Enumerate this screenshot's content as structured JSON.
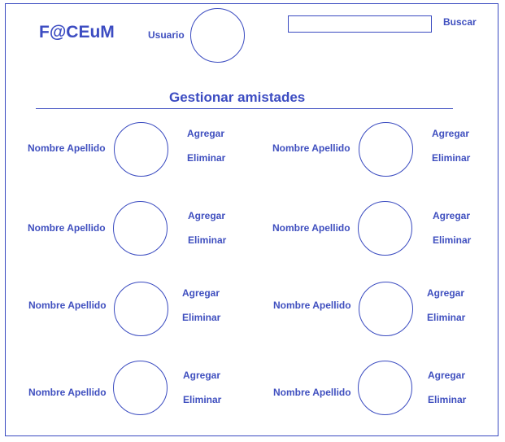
{
  "app": {
    "logo": "F@CEuM"
  },
  "header": {
    "user_label": "Usuario",
    "search": {
      "value": "",
      "placeholder": ""
    },
    "search_button": "Buscar"
  },
  "main": {
    "title": "Gestionar amistades",
    "friends": [
      {
        "name": "Nombre Apellido",
        "add": "Agregar",
        "remove": "Eliminar"
      },
      {
        "name": "Nombre Apellido",
        "add": "Agregar",
        "remove": "Eliminar"
      },
      {
        "name": "Nombre Apellido",
        "add": "Agregar",
        "remove": "Eliminar"
      },
      {
        "name": "Nombre Apellido",
        "add": "Agregar",
        "remove": "Eliminar"
      },
      {
        "name": "Nombre Apellido",
        "add": "Agregar",
        "remove": "Eliminar"
      },
      {
        "name": "Nombre Apellido",
        "add": "Agregar",
        "remove": "Eliminar"
      },
      {
        "name": "Nombre Apellido",
        "add": "Agregar",
        "remove": "Eliminar"
      },
      {
        "name": "Nombre Apellido",
        "add": "Agregar",
        "remove": "Eliminar"
      }
    ]
  }
}
